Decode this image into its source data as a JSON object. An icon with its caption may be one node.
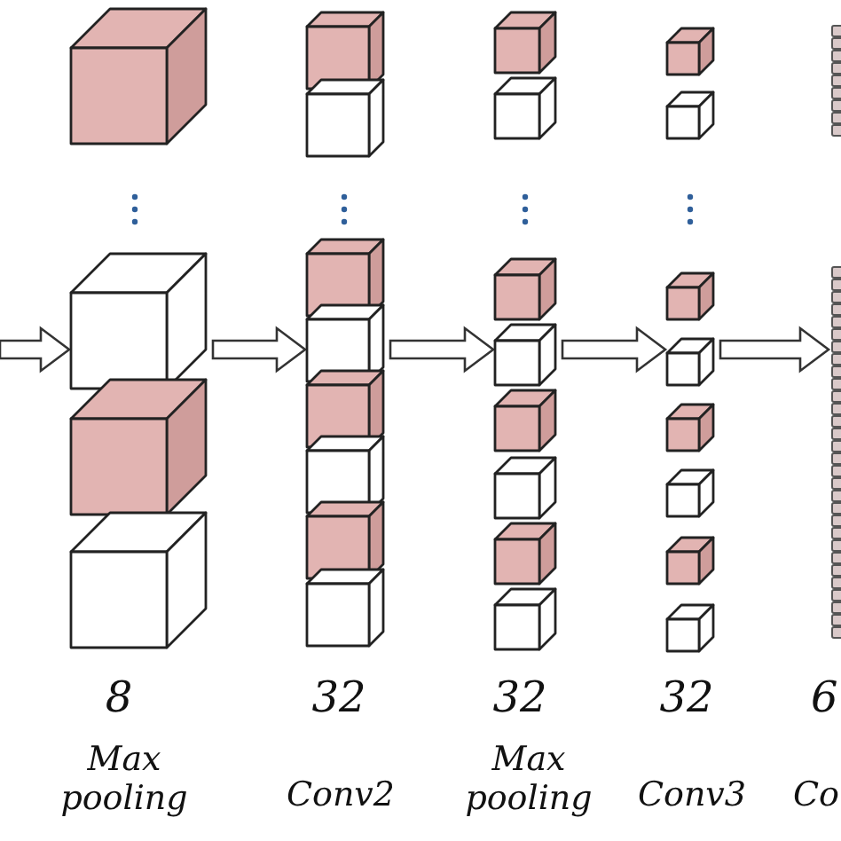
{
  "diagram": {
    "nodes": [
      {
        "text": [],
        "shape": "cube"
      },
      {
        "text": [],
        "shape": "cube"
      },
      {
        "text": [],
        "shape": "cube"
      },
      {
        "text": [],
        "shape": "cube"
      },
      {
        "text": [],
        "shape": "cube"
      },
      {
        "text": [],
        "shape": "cube"
      },
      {
        "text": [],
        "shape": "cube"
      },
      {
        "text": [],
        "shape": "cube"
      },
      {
        "text": [],
        "shape": "cube"
      },
      {
        "text": [],
        "shape": "cube"
      },
      {
        "text": [],
        "shape": "cube"
      },
      {
        "text": [],
        "shape": "cube"
      },
      {
        "text": [],
        "shape": "cube"
      },
      {
        "text": [],
        "shape": "cube"
      },
      {
        "text": [],
        "shape": "cube"
      },
      {
        "text": [],
        "shape": "cube"
      },
      {
        "text": [],
        "shape": "cube"
      },
      {
        "text": [],
        "shape": "cube"
      },
      {
        "text": [],
        "shape": "cube"
      },
      {
        "text": [],
        "shape": "cube"
      },
      {
        "text": [],
        "shape": "cube"
      },
      {
        "text": [],
        "shape": "cube"
      },
      {
        "text": [],
        "shape": "cube"
      },
      {
        "text": [],
        "shape": "cube"
      },
      {
        "text": [],
        "shape": "cube"
      },
      {
        "text": [],
        "shape": "cube"
      },
      {
        "text": [],
        "shape": "cube"
      },
      {
        "text": [],
        "shape": "cube"
      },
      {
        "text": [],
        "shape": "bar"
      },
      {
        "text": [],
        "shape": "bar"
      }
    ],
    "edges": [
      {
        "from": null,
        "to": 1,
        "arrow": "to"
      },
      {
        "from": 1,
        "to": 7,
        "arrow": "to"
      },
      {
        "from": 7,
        "to": 15,
        "arrow": "to"
      },
      {
        "from": 15,
        "to": 23,
        "arrow": "to"
      },
      {
        "from": 23,
        "to": 29,
        "arrow": "to"
      }
    ],
    "labels": [
      "8",
      "32",
      "32",
      "32",
      "6",
      "Max pooling",
      "Conv2",
      "Max pooling",
      "Conv3",
      "Co"
    ]
  }
}
